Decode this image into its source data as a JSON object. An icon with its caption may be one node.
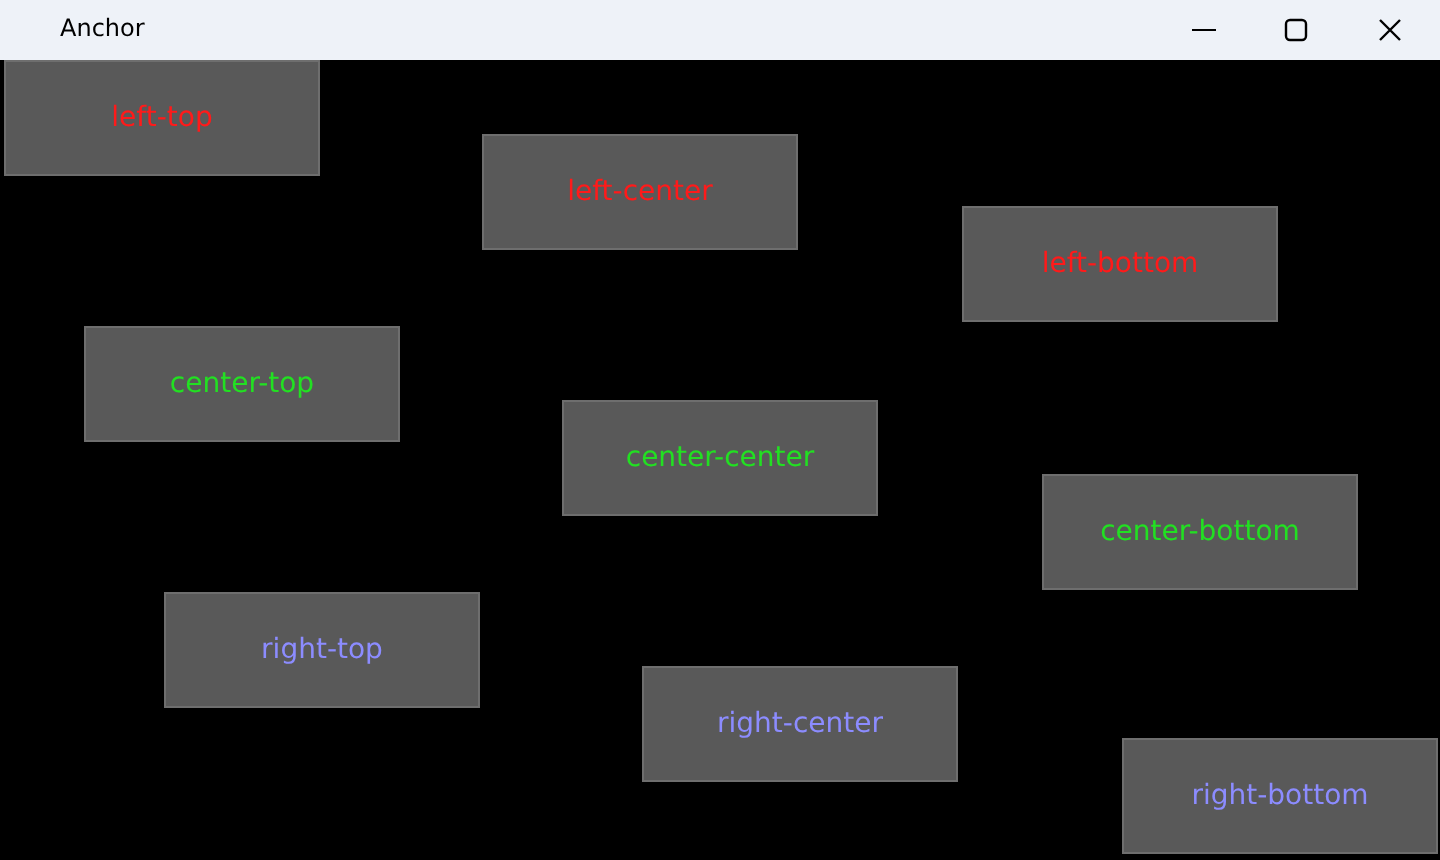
{
  "diagram": {
    "title": "Anchor",
    "nodes": [
      {
        "text": [
          "left-top"
        ]
      },
      {
        "text": [
          "left-center"
        ]
      },
      {
        "text": [
          "left-bottom"
        ]
      },
      {
        "text": [
          "center-top"
        ]
      },
      {
        "text": [
          "center-center"
        ]
      },
      {
        "text": [
          "center-bottom"
        ]
      },
      {
        "text": [
          "right-top"
        ]
      },
      {
        "text": [
          "right-center"
        ]
      },
      {
        "text": [
          "right-bottom"
        ]
      }
    ]
  }
}
